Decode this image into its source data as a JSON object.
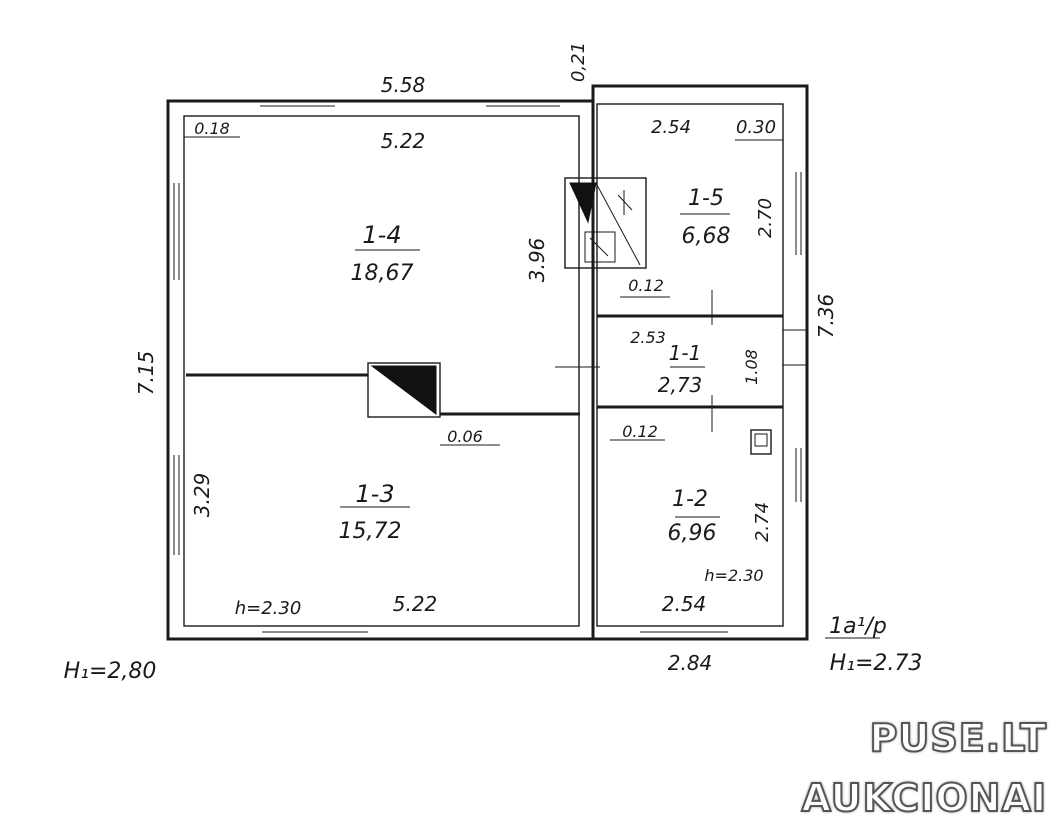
{
  "rooms": [
    {
      "id": "1-4",
      "area": "18,67"
    },
    {
      "id": "1-3",
      "area": "15,72"
    },
    {
      "id": "1-5",
      "area": "6,68"
    },
    {
      "id": "1-1",
      "area": "2,73"
    },
    {
      "id": "1-2",
      "area": "6,96"
    }
  ],
  "dimensions": {
    "top_outer": "5.58",
    "top_inner_left": "5.22",
    "bottom_inner_left": "5.22",
    "left_outer": "7.15",
    "height_1_4": "3.96",
    "height_1_3": "3.29",
    "offset_top_left": "0.18",
    "wall_gap_0_21": "0,21",
    "wall_0_06": "0.06",
    "right_top_width": "2.54",
    "right_top_offset": "0.30",
    "right_top_height": "2.70",
    "wall_0_12_a": "0.12",
    "wall_0_12_b": "0.12",
    "corridor_width": "2.53",
    "corridor_height": "1.08",
    "right_outer": "7.36",
    "right_bottom_height": "2.74",
    "right_bottom_width": "2.54",
    "bottom_outer_right": "2.84"
  },
  "heights": {
    "left_h": "h=2.30",
    "right_h": "h=2.30",
    "h1_left": "H₁=2,80",
    "h1_right": "H₁=2.73",
    "plan_code": "1a¹/p"
  },
  "watermark": {
    "line1": "PUSE.LT",
    "line2": "AUKCIONAI"
  }
}
